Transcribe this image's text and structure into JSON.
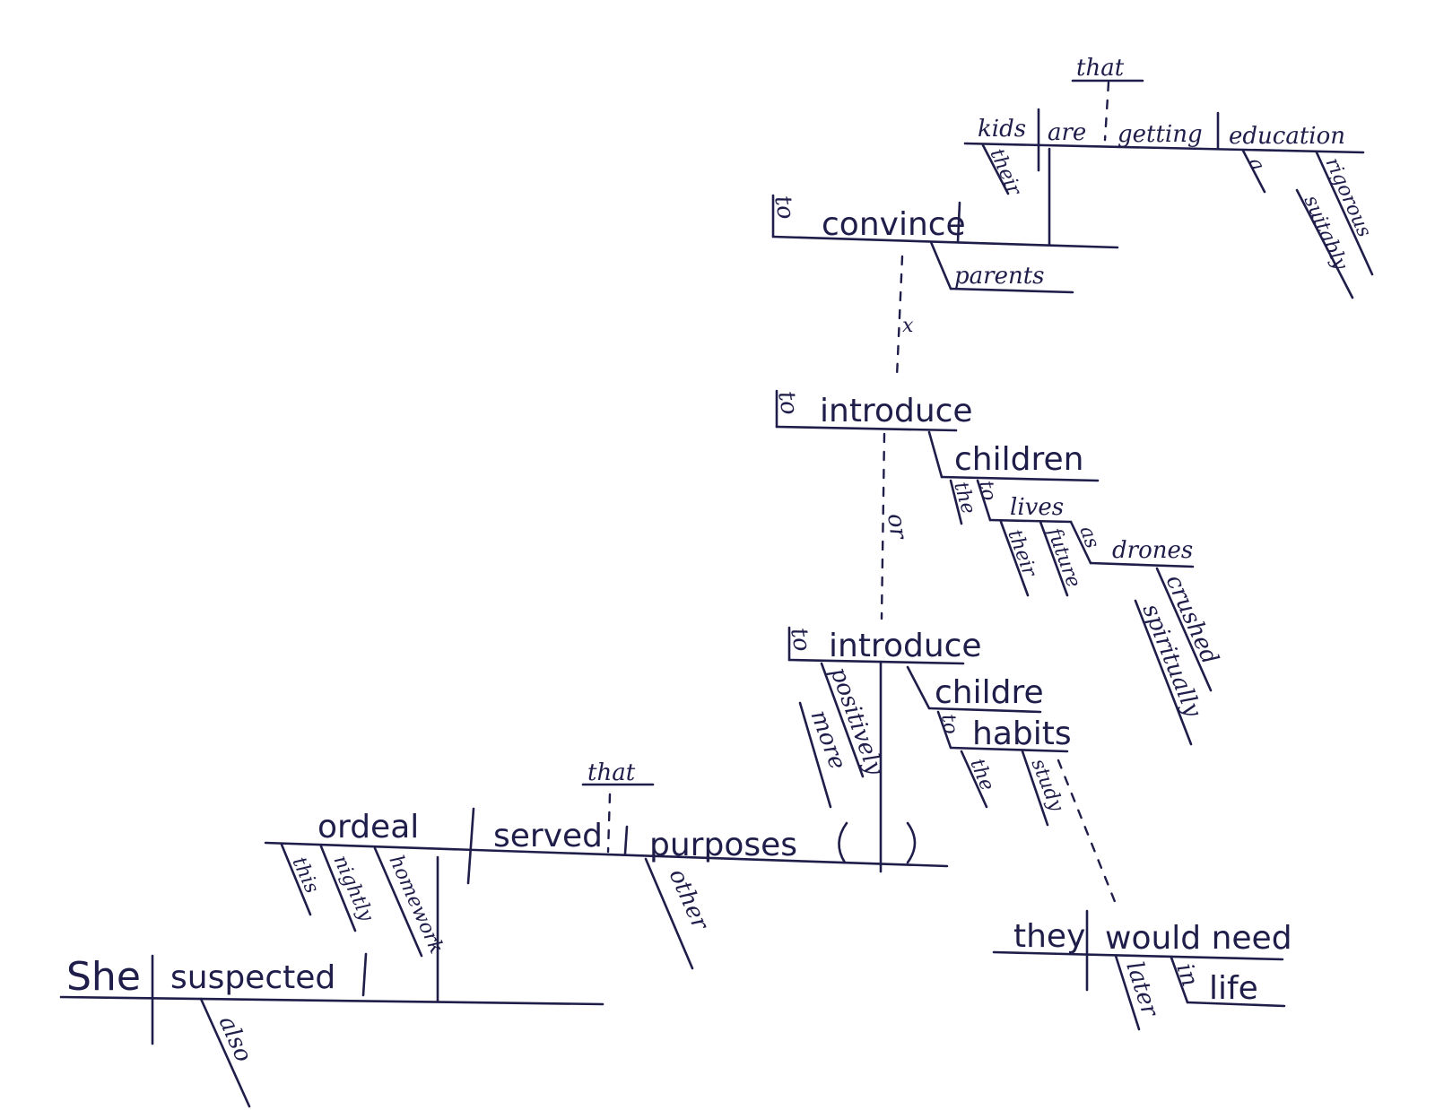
{
  "words": {
    "she": "She",
    "suspected": "suspected",
    "also": "also",
    "ordeal": "ordeal",
    "this": "this",
    "nightly": "nightly",
    "homework": "homework",
    "served": "served",
    "that_lower": "that",
    "purposes": "purposes",
    "other": "other",
    "introduce_lower": "introduce",
    "to_lower": "to",
    "positively": "positively",
    "more": "more",
    "childre": "childre",
    "to_habits": "to",
    "habits": "habits",
    "the_habits": "the",
    "study": "study",
    "they": "they",
    "would_need": "would need",
    "later": "later",
    "in": "in",
    "life": "life",
    "or": "or",
    "to_middle": "to",
    "introduce_middle": "introduce",
    "children": "children",
    "the_children": "the",
    "to_lives": "to",
    "lives": "lives",
    "their_lives": "their",
    "future": "future",
    "as": "as",
    "drones": "drones",
    "crushed": "crushed",
    "spiritually": "spiritually",
    "x": "x",
    "to_top": "to",
    "convince": "convince",
    "parents": "parents",
    "kids": "kids",
    "their_kids": "their",
    "are": "are",
    "getting": "getting",
    "that_top": "that",
    "education": "education",
    "a": "a",
    "rigorous": "rigorous",
    "suitably": "suitably"
  }
}
